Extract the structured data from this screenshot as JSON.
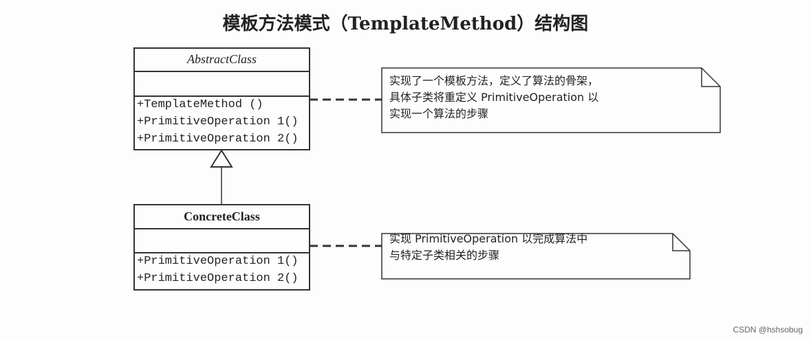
{
  "title": "模板方法模式（TemplateMethod）结构图",
  "abstract_class": {
    "name": "AbstractClass",
    "methods": [
      "+TemplateMethod ()",
      "+PrimitiveOperation 1()",
      "+PrimitiveOperation 2()"
    ]
  },
  "concrete_class": {
    "name": "ConcreteClass",
    "methods": [
      "+PrimitiveOperation 1()",
      "+PrimitiveOperation 2()"
    ]
  },
  "notes": [
    {
      "lines": [
        "实现了一个模板方法，定义了算法的骨架，",
        "具体子类将重定义 PrimitiveOperation 以",
        "实现一个算法的步骤"
      ]
    },
    {
      "lines": [
        "实现 PrimitiveOperation 以完成算法中",
        "与特定子类相关的步骤"
      ]
    }
  ],
  "watermark": "CSDN @hshsobug"
}
